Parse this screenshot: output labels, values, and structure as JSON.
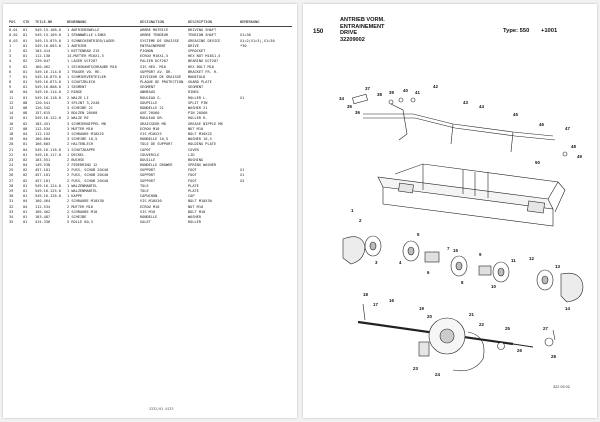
{
  "document": {
    "section_number": "150",
    "titles": [
      "ANTRIEB VORM.",
      "ENTRAINEMENT",
      "DRIVE",
      "32209002"
    ],
    "type_label": "Type: 550",
    "type_suffix": "+1001",
    "left_footer": "3332/01 0133",
    "figure_code": "322 09 02"
  },
  "table": {
    "columns": [
      "POS",
      "STK",
      "TEILE-NR",
      "BENENNUNG",
      "DESIGNATION",
      "DESCRIPTION",
      "BEMERKUNG"
    ],
    "rows": [
      {
        "pos": "0.01",
        "qty": "01",
        "part": "549.15.108.0",
        "name": "1 ANTRIEBSWELLE",
        "desc": "ARBRE MOTRICE",
        "desc2": "DRIVING SHAFT",
        "note": ""
      },
      {
        "pos": "0.02",
        "qty": "01",
        "part": "549.15.109.0",
        "name": "1 SPANNWELLE LINKS",
        "desc": "ARBRE TENDEUR",
        "desc2": "TENSION SHAFT",
        "note": "X1=30"
      },
      {
        "pos": "0.03",
        "qty": "01",
        "part": "549.15.879.0",
        "name": "1 SCHNECKENTRIEB/LAGER",
        "desc": "SYSTEME DE GRAISSE",
        "desc2": "GREASING DEVICE",
        "note": "X1=2(X1=3),X1=30"
      },
      {
        "pos": "1",
        "qty": "01",
        "part": "549.16.603.0",
        "name": "1 ANTRIEB",
        "desc": "ENTRAINEMENT",
        "desc2": "DRIVE",
        "note": "*30"
      },
      {
        "pos": "2",
        "qty": "02",
        "part": "103.414",
        "name": "1 KETTENRAD Z15",
        "desc": "PIGNON",
        "desc2": "SPROCKET",
        "note": ""
      },
      {
        "pos": "3",
        "qty": "01",
        "part": "112.130",
        "name": "14-MUTTER M16X1,5",
        "desc": "ECROU M16X1,5",
        "desc2": "HEX NUT M16X1,5",
        "note": ""
      },
      {
        "pos": "4",
        "qty": "02",
        "part": "239.047",
        "name": "1 LAGER UCF207",
        "desc": "PALIER UCF207",
        "desc2": "BEARING UCF207",
        "note": ""
      },
      {
        "pos": "5",
        "qty": "02",
        "part": "160.462",
        "name": "1 SECHSKANTSCHRAUBE M10",
        "desc": "VIS HEX. M10",
        "desc2": "HEX BOLT M10",
        "note": ""
      },
      {
        "pos": "6",
        "qty": "01",
        "part": "549.16.114.0",
        "name": "1 TRAGER VO. RE.",
        "desc": "SUPPORT AV. DR.",
        "desc2": "BRACKET FR. R.",
        "note": ""
      },
      {
        "pos": "7",
        "qty": "01",
        "part": "549.16.879.0",
        "name": "1 SCHMIERVERTEILER",
        "desc": "DIVISEUR DE GRAISSE",
        "desc2": "MANIFOLD",
        "note": ""
      },
      {
        "pos": "8",
        "qty": "01",
        "part": "549.16.873.0",
        "name": "1 SCHUTZBLECH",
        "desc": "PLAQUE DE PROTECTION",
        "desc2": "GUARD PLATE",
        "note": ""
      },
      {
        "pos": "9",
        "qty": "01",
        "part": "549.16.008.0",
        "name": "1 SEGMENT",
        "desc": "SEGMENT",
        "desc2": "SEGMENT",
        "note": ""
      },
      {
        "pos": "10",
        "qty": "04",
        "part": "549.16.114.0",
        "name": "2 RINGE",
        "desc": "ANNEAUX",
        "desc2": "RINGS",
        "note": ""
      },
      {
        "pos": "11",
        "qty": "01",
        "part": "549.16.118.0",
        "name": "2 WALZE LI",
        "desc": "ROULEAU G.",
        "desc2": "ROLLER L.",
        "note": "X1"
      },
      {
        "pos": "12",
        "qty": "08",
        "part": "120.541",
        "name": "3 SPLINT 3,2X40",
        "desc": "GOUPILLE",
        "desc2": "SPLIT PIN",
        "note": ""
      },
      {
        "pos": "13",
        "qty": "08",
        "part": "120.542",
        "name": "3 SCHEIBE 21",
        "desc": "RONDELLE 21",
        "desc2": "WASHER 21",
        "note": ""
      },
      {
        "pos": "14",
        "qty": "08",
        "part": "157.615",
        "name": "3 BOLZEN 20X60",
        "desc": "AXE 20X60",
        "desc2": "PIN 20X60",
        "note": ""
      },
      {
        "pos": "15",
        "qty": "01",
        "part": "549.16.122.0",
        "name": "2 WALZE RE",
        "desc": "ROULEAU DR.",
        "desc2": "ROLLER R.",
        "note": ""
      },
      {
        "pos": "16",
        "qty": "02",
        "part": "103.451",
        "name": "3 SCHMIERNIPPEL M8",
        "desc": "GRAISSEUR M8",
        "desc2": "GREASE NIPPLE M8",
        "note": ""
      },
      {
        "pos": "17",
        "qty": "08",
        "part": "112.534",
        "name": "3 MUTTER M10",
        "desc": "ECROU M10",
        "desc2": "NUT M10",
        "note": ""
      },
      {
        "pos": "18",
        "qty": "04",
        "part": "112.152",
        "name": "3 SCHRAUBE M10X25",
        "desc": "VIS M10X25",
        "desc2": "BOLT M10X25",
        "note": ""
      },
      {
        "pos": "19",
        "qty": "04",
        "part": "160.604",
        "name": "3 SCHEIBE 10,5",
        "desc": "RONDELLE 10,5",
        "desc2": "WASHER 10,5",
        "note": ""
      },
      {
        "pos": "20",
        "qty": "01",
        "part": "166.603",
        "name": "2 HALTEBLECH",
        "desc": "TOLE DE SUPPORT",
        "desc2": "HOLDING PLATE",
        "note": ""
      },
      {
        "pos": "21",
        "qty": "04",
        "part": "549.16.116.0",
        "name": "1 SCHUTZKAPPE",
        "desc": "CAPOT",
        "desc2": "COVER",
        "note": ""
      },
      {
        "pos": "22",
        "qty": "01",
        "part": "549.16.117.0",
        "name": "1 DECKEL",
        "desc": "COUVERCLE",
        "desc2": "LID",
        "note": ""
      },
      {
        "pos": "23",
        "qty": "02",
        "part": "103.551",
        "name": "2 BUCHSE",
        "desc": "DOUILLE",
        "desc2": "BUSHING",
        "note": ""
      },
      {
        "pos": "24",
        "qty": "04",
        "part": "149.538",
        "name": "2 FEDERRING 12",
        "desc": "RONDELLE GROWER",
        "desc2": "SPRING WASHER",
        "note": ""
      },
      {
        "pos": "25",
        "qty": "02",
        "part": "457.101",
        "name": "2 FUSS, SCHUB 20X40",
        "desc": "SUPPORT",
        "desc2": "FOOT",
        "note": "X1"
      },
      {
        "pos": "26",
        "qty": "02",
        "part": "457.101",
        "name": "2 FUSS, SCHUB 20X40",
        "desc": "SUPPORT",
        "desc2": "FOOT",
        "note": "X1"
      },
      {
        "pos": "27",
        "qty": "02",
        "part": "457.101",
        "name": "2 FUSS, SCHUB 20X40",
        "desc": "SUPPORT",
        "desc2": "FOOT",
        "note": "X3"
      },
      {
        "pos": "28",
        "qty": "01",
        "part": "549.16.124.0",
        "name": "1 WALZENMANTEL",
        "desc": "TOLE",
        "desc2": "PLATE",
        "note": ""
      },
      {
        "pos": "29",
        "qty": "01",
        "part": "549.16.125.0",
        "name": "1 WALZENMANTEL",
        "desc": "TOLE",
        "desc2": "PLATE",
        "note": ""
      },
      {
        "pos": "30",
        "qty": "01",
        "part": "549.16.126.0",
        "name": "1 KAPPE",
        "desc": "CAPUCHON",
        "desc2": "CAP",
        "note": ""
      },
      {
        "pos": "31",
        "qty": "04",
        "part": "160.464",
        "name": "2 SCHRAUBE M10X30",
        "desc": "VIS M10X30",
        "desc2": "BOLT M10X30",
        "note": ""
      },
      {
        "pos": "32",
        "qty": "04",
        "part": "112.534",
        "name": "2 MUTTER M10",
        "desc": "ECROU M10",
        "desc2": "NUT M10",
        "note": ""
      },
      {
        "pos": "33",
        "qty": "01",
        "part": "160.462",
        "name": "2 SCHRAUBE M10",
        "desc": "VIS M10",
        "desc2": "BOLT M10",
        "note": ""
      },
      {
        "pos": "34",
        "qty": "01",
        "part": "103.487",
        "name": "3 SCHEIBE",
        "desc": "RONDELLE",
        "desc2": "WASHER",
        "note": ""
      },
      {
        "pos": "35",
        "qty": "01",
        "part": "415.336",
        "name": "5 ROLLE 60,3",
        "desc": "GALET",
        "desc2": "ROLLER",
        "note": ""
      }
    ]
  },
  "callouts": [
    "34",
    "35",
    "36",
    "37",
    "38",
    "39",
    "40",
    "41",
    "42",
    "43",
    "44",
    "45",
    "46",
    "47",
    "48",
    "49",
    "50",
    "1",
    "2",
    "3",
    "4",
    "5",
    "6",
    "7",
    "8",
    "9",
    "10",
    "11",
    "12",
    "13",
    "14",
    "15",
    "16",
    "17",
    "18",
    "19",
    "20",
    "21",
    "22",
    "23",
    "24",
    "25",
    "26",
    "27",
    "28"
  ]
}
